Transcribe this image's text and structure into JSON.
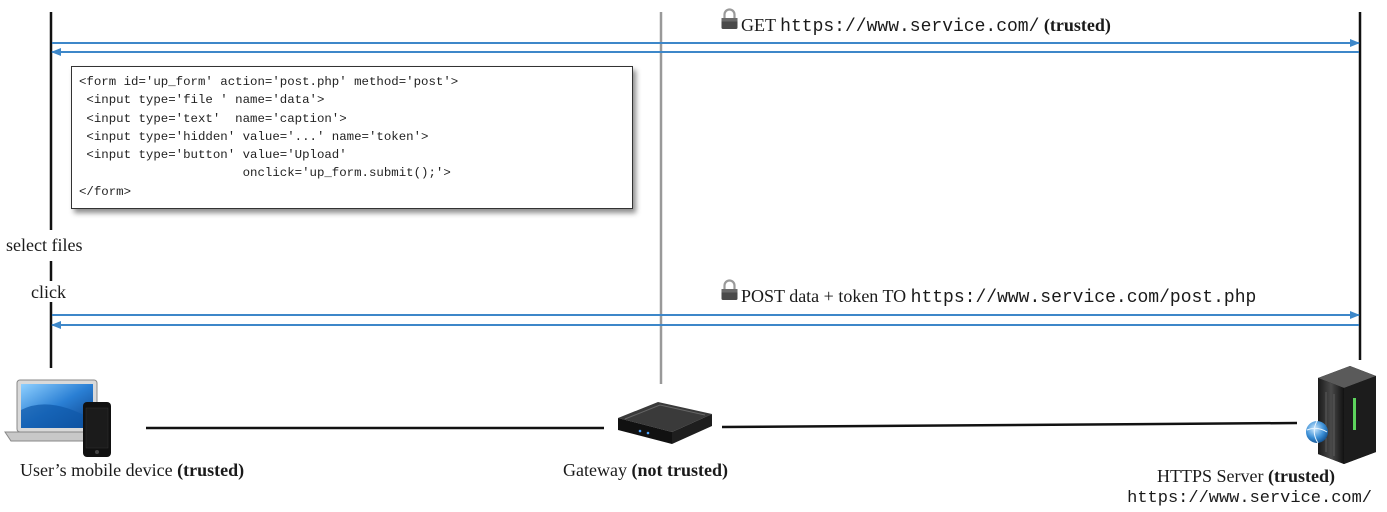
{
  "messages": {
    "get": {
      "method": "GET",
      "url": "https://www.service.com/",
      "trust": "(trusted)"
    },
    "post": {
      "prefix": "POST data + token TO",
      "url": "https://www.service.com/post.php"
    }
  },
  "code_lines": [
    "<form id='up_form' action='post.php' method='post'>",
    " <input type='file ' name='data'>",
    " <input type='text'  name='caption'>",
    " <input type='hidden' value='...' name='token'>",
    " <input type='button' value='Upload'",
    "                      onclick='up_form.submit();'>",
    "</form>"
  ],
  "user_actions": {
    "select_files": "select files",
    "click": "click"
  },
  "nodes": {
    "client": {
      "name": "User’s mobile device",
      "trust": "(trusted)",
      "icon": "laptop-phone-icon"
    },
    "gateway": {
      "name": "Gateway",
      "trust": "(not trusted)",
      "icon": "router-icon"
    },
    "server": {
      "name": "HTTPS Server",
      "trust": "(trusted)",
      "url": "https://www.service.com/",
      "icon": "server-rack-icon"
    }
  },
  "colors": {
    "arrow": "#3d87c9",
    "lifeline": "#111111",
    "gateway_line": "#999999"
  }
}
